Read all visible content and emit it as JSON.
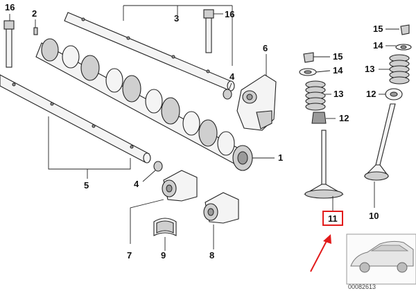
{
  "colors": {
    "highlight": "#e21b1b",
    "linework": "#222222",
    "part_fill": "#f4f4f4",
    "part_shade": "#cfcfcf"
  },
  "labels": {
    "part_16_left": "16",
    "part_2": "2",
    "part_3": "3",
    "part_16_right": "16",
    "part_6": "6",
    "part_4_upper": "4",
    "part_1": "1",
    "part_5": "5",
    "part_4_lower": "4",
    "part_7": "7",
    "part_9": "9",
    "part_8": "8",
    "part_15_middle": "15",
    "part_14_middle": "14",
    "part_13_middle": "13",
    "part_12_middle": "12",
    "part_11": "11",
    "part_15_right": "15",
    "part_14_right": "14",
    "part_13_right": "13",
    "part_12_right": "12",
    "part_10": "10"
  },
  "highlighted_part": "11",
  "diagram_number": "00082613",
  "icons": {
    "arrow": "red-arrow-icon",
    "car": "car-silhouette-icon"
  }
}
